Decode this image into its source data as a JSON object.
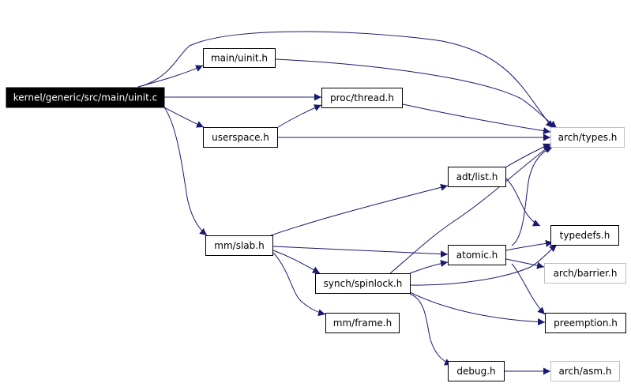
{
  "colors": {
    "edge": "#191970",
    "root_fill": "#000000",
    "root_text": "#ffffff",
    "node_border": "#000000",
    "external_border": "#bfbfbf",
    "node_fill": "#ffffff",
    "node_text": "#000000"
  },
  "nodes": {
    "root": "kernel/generic/src/main/uinit.c",
    "main_uinit": "main/uinit.h",
    "proc_thread": "proc/thread.h",
    "userspace": "userspace.h",
    "arch_types": "arch/types.h",
    "adt_list": "adt/list.h",
    "mm_slab": "mm/slab.h",
    "typedefs": "typedefs.h",
    "atomic": "atomic.h",
    "arch_barrier": "arch/barrier.h",
    "synch_spinlock": "synch/spinlock.h",
    "mm_frame": "mm/frame.h",
    "preemption": "preemption.h",
    "debug": "debug.h",
    "arch_asm": "arch/asm.h"
  }
}
